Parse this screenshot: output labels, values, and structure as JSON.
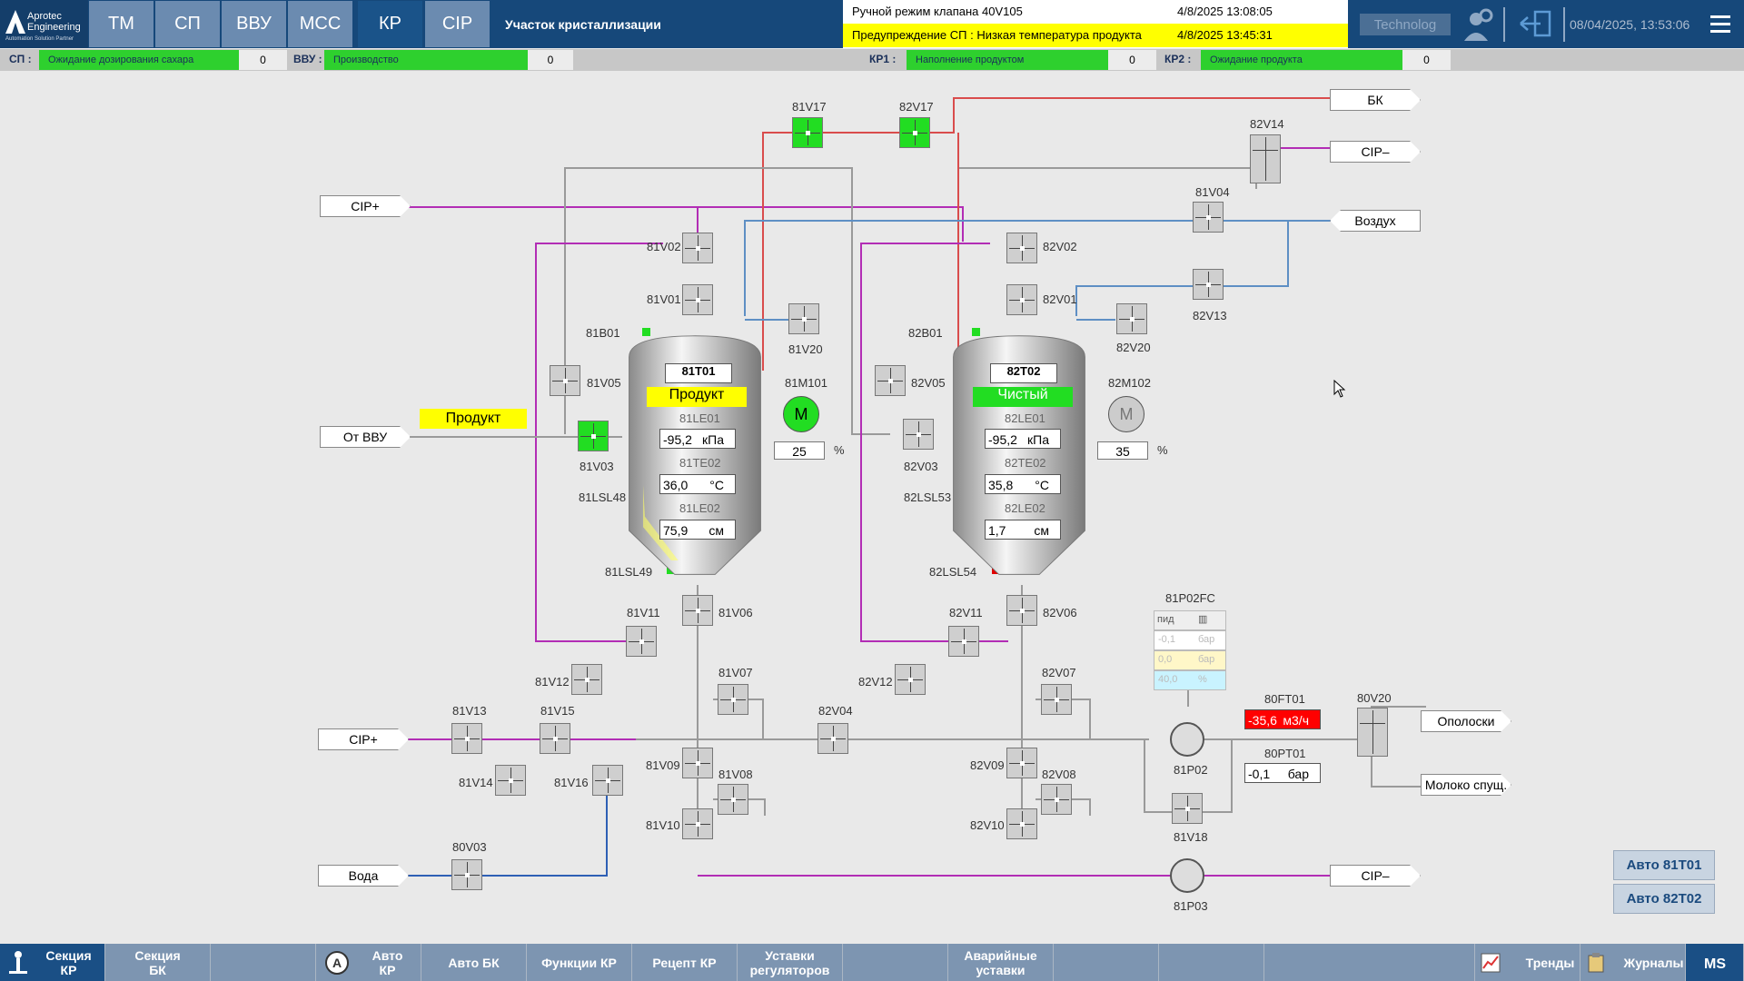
{
  "header": {
    "logo_line1": "Aprotec",
    "logo_line2": "Engineering",
    "logo_line3": "Automation Solution Partner",
    "tabs": [
      {
        "label": "ТМ",
        "active": false
      },
      {
        "label": "СП",
        "active": false
      },
      {
        "label": "ВВУ",
        "active": false
      },
      {
        "label": "МСС",
        "active": false
      },
      {
        "label": "КР",
        "active": true
      },
      {
        "label": "CIP",
        "active": false
      }
    ],
    "section_title": "Участок кристаллизации",
    "alarms": [
      {
        "text": "Ручной режим клапана 40V105",
        "time": "4/8/2025 13:08:05",
        "bg": "#ffffff"
      },
      {
        "text": "Предупреждение СП : Низкая температура продукта",
        "time": "4/8/2025 13:45:31",
        "bg": "#ffff00"
      }
    ],
    "technolog_label": "Technolog",
    "datetime": "08/04/2025, 13:53:06"
  },
  "status": {
    "sp_label": "СП :",
    "sp_text": "Ожидание дозирования сахара",
    "sp_num": "0",
    "vvu_label": "ВВУ :",
    "vvu_text": "Производство",
    "vvu_num": "0",
    "kr1_label": "КР1 :",
    "kr1_text": "Наполнение продуктом",
    "kr1_num": "0",
    "kr2_label": "КР2 :",
    "kr2_text": "Ожидание продукта",
    "kr2_num": "0"
  },
  "flags": {
    "bk": "БК",
    "cip_minus_top": "CIP–",
    "air": "Воздух",
    "cip_plus_top": "CIP+",
    "from_vvu": "От ВВУ",
    "cip_plus_bottom": "CIP+",
    "water": "Вода",
    "rinse": "Ополоски",
    "milk_drain": "Молоко спущ.",
    "cip_minus_bottom": "CIP–"
  },
  "valves": {
    "v81V17": "81V17",
    "v82V17": "82V17",
    "v82V14": "82V14",
    "v81V04": "81V04",
    "v82V13": "82V13",
    "v81V02": "81V02",
    "v81V01": "81V01",
    "v81B01": "81B01",
    "v81V20": "81V20",
    "v81V05": "81V05",
    "v81V03": "81V03",
    "v81LSL48": "81LSL48",
    "v81LSL49": "81LSL49",
    "v81M101": "81M101",
    "v82V02": "82V02",
    "v82V01": "82V01",
    "v82B01": "82B01",
    "v82V20": "82V20",
    "v82V05": "82V05",
    "v82V03": "82V03",
    "v82LSL53": "82LSL53",
    "v82LSL54": "82LSL54",
    "v82M102": "82M102",
    "v81V11": "81V11",
    "v81V06": "81V06",
    "v81V12": "81V12",
    "v81V07": "81V07",
    "v82V04": "82V04",
    "v81V13": "81V13",
    "v81V15": "81V15",
    "v81V14": "81V14",
    "v81V16": "81V16",
    "v81V09": "81V09",
    "v81V08": "81V08",
    "v81V10": "81V10",
    "v80V03": "80V03",
    "v82V11": "82V11",
    "v82V06": "82V06",
    "v82V12": "82V12",
    "v82V07": "82V07",
    "v82V09": "82V09",
    "v82V08": "82V08",
    "v82V10": "82V10",
    "v81P02": "81P02",
    "v81V18": "81V18",
    "v81P03": "81P03",
    "v80V20": "80V20",
    "v81P02FC": "81P02FC",
    "v80FT01": "80FT01",
    "v80PT01": "80PT01"
  },
  "product_label": "Продукт",
  "tank1": {
    "tag": "81T01",
    "state": "Продукт",
    "state_color": "#ffff00",
    "le01_tag": "81LE01",
    "le01_val": "-95,2",
    "le01_unit": "кПа",
    "te02_tag": "81TE02",
    "te02_val": "36,0",
    "te02_unit": "°C",
    "le02_tag": "81LE02",
    "le02_val": "75,9",
    "le02_unit": "см",
    "motor": "M",
    "motor_color": "#22dd22",
    "speed": "25",
    "speed_unit": "%"
  },
  "tank2": {
    "tag": "82T02",
    "state": "Чистый",
    "state_color": "#22dd22",
    "le01_tag": "82LE01",
    "le01_val": "-95,2",
    "le01_unit": "кПа",
    "te02_tag": "82TE02",
    "te02_val": "35,8",
    "te02_unit": "°C",
    "le02_tag": "82LE02",
    "le02_val": "1,7",
    "le02_unit": "см",
    "motor": "M",
    "motor_color": "#cccccc",
    "speed": "35",
    "speed_unit": "%"
  },
  "pid": {
    "label": "пид",
    "rows": [
      {
        "val": "-0,1",
        "unit": "бар",
        "bg": "#ffffff"
      },
      {
        "val": "0,0",
        "unit": "бар",
        "bg": "#fff7c8"
      },
      {
        "val": "40,0",
        "unit": "%",
        "bg": "#c9f3ff"
      }
    ]
  },
  "ft01": {
    "val": "-35,6",
    "unit": "м3/ч",
    "bg": "#ff0000"
  },
  "pt01": {
    "val": "-0,1",
    "unit": "бар"
  },
  "auto_buttons": [
    "Авто 81T01",
    "Авто 82T02"
  ],
  "bottom": {
    "items": [
      {
        "label": "Секция КР",
        "active": true
      },
      {
        "label": "Секция БК",
        "active": false
      },
      {
        "label": "",
        "active": false
      },
      {
        "label": "Авто КР",
        "active": false
      },
      {
        "label": "Авто БК",
        "active": false
      },
      {
        "label": "Функции КР",
        "active": false
      },
      {
        "label": "Рецепт КР",
        "active": false
      },
      {
        "label": "Уставки регуляторов",
        "active": false
      },
      {
        "label": "",
        "active": false
      },
      {
        "label": "Аварийные уставки",
        "active": false
      },
      {
        "label": "",
        "active": false
      },
      {
        "label": "",
        "active": false
      },
      {
        "label": "",
        "active": false
      },
      {
        "label": "Тренды",
        "active": false
      },
      {
        "label": "Журналы",
        "active": false
      }
    ]
  }
}
